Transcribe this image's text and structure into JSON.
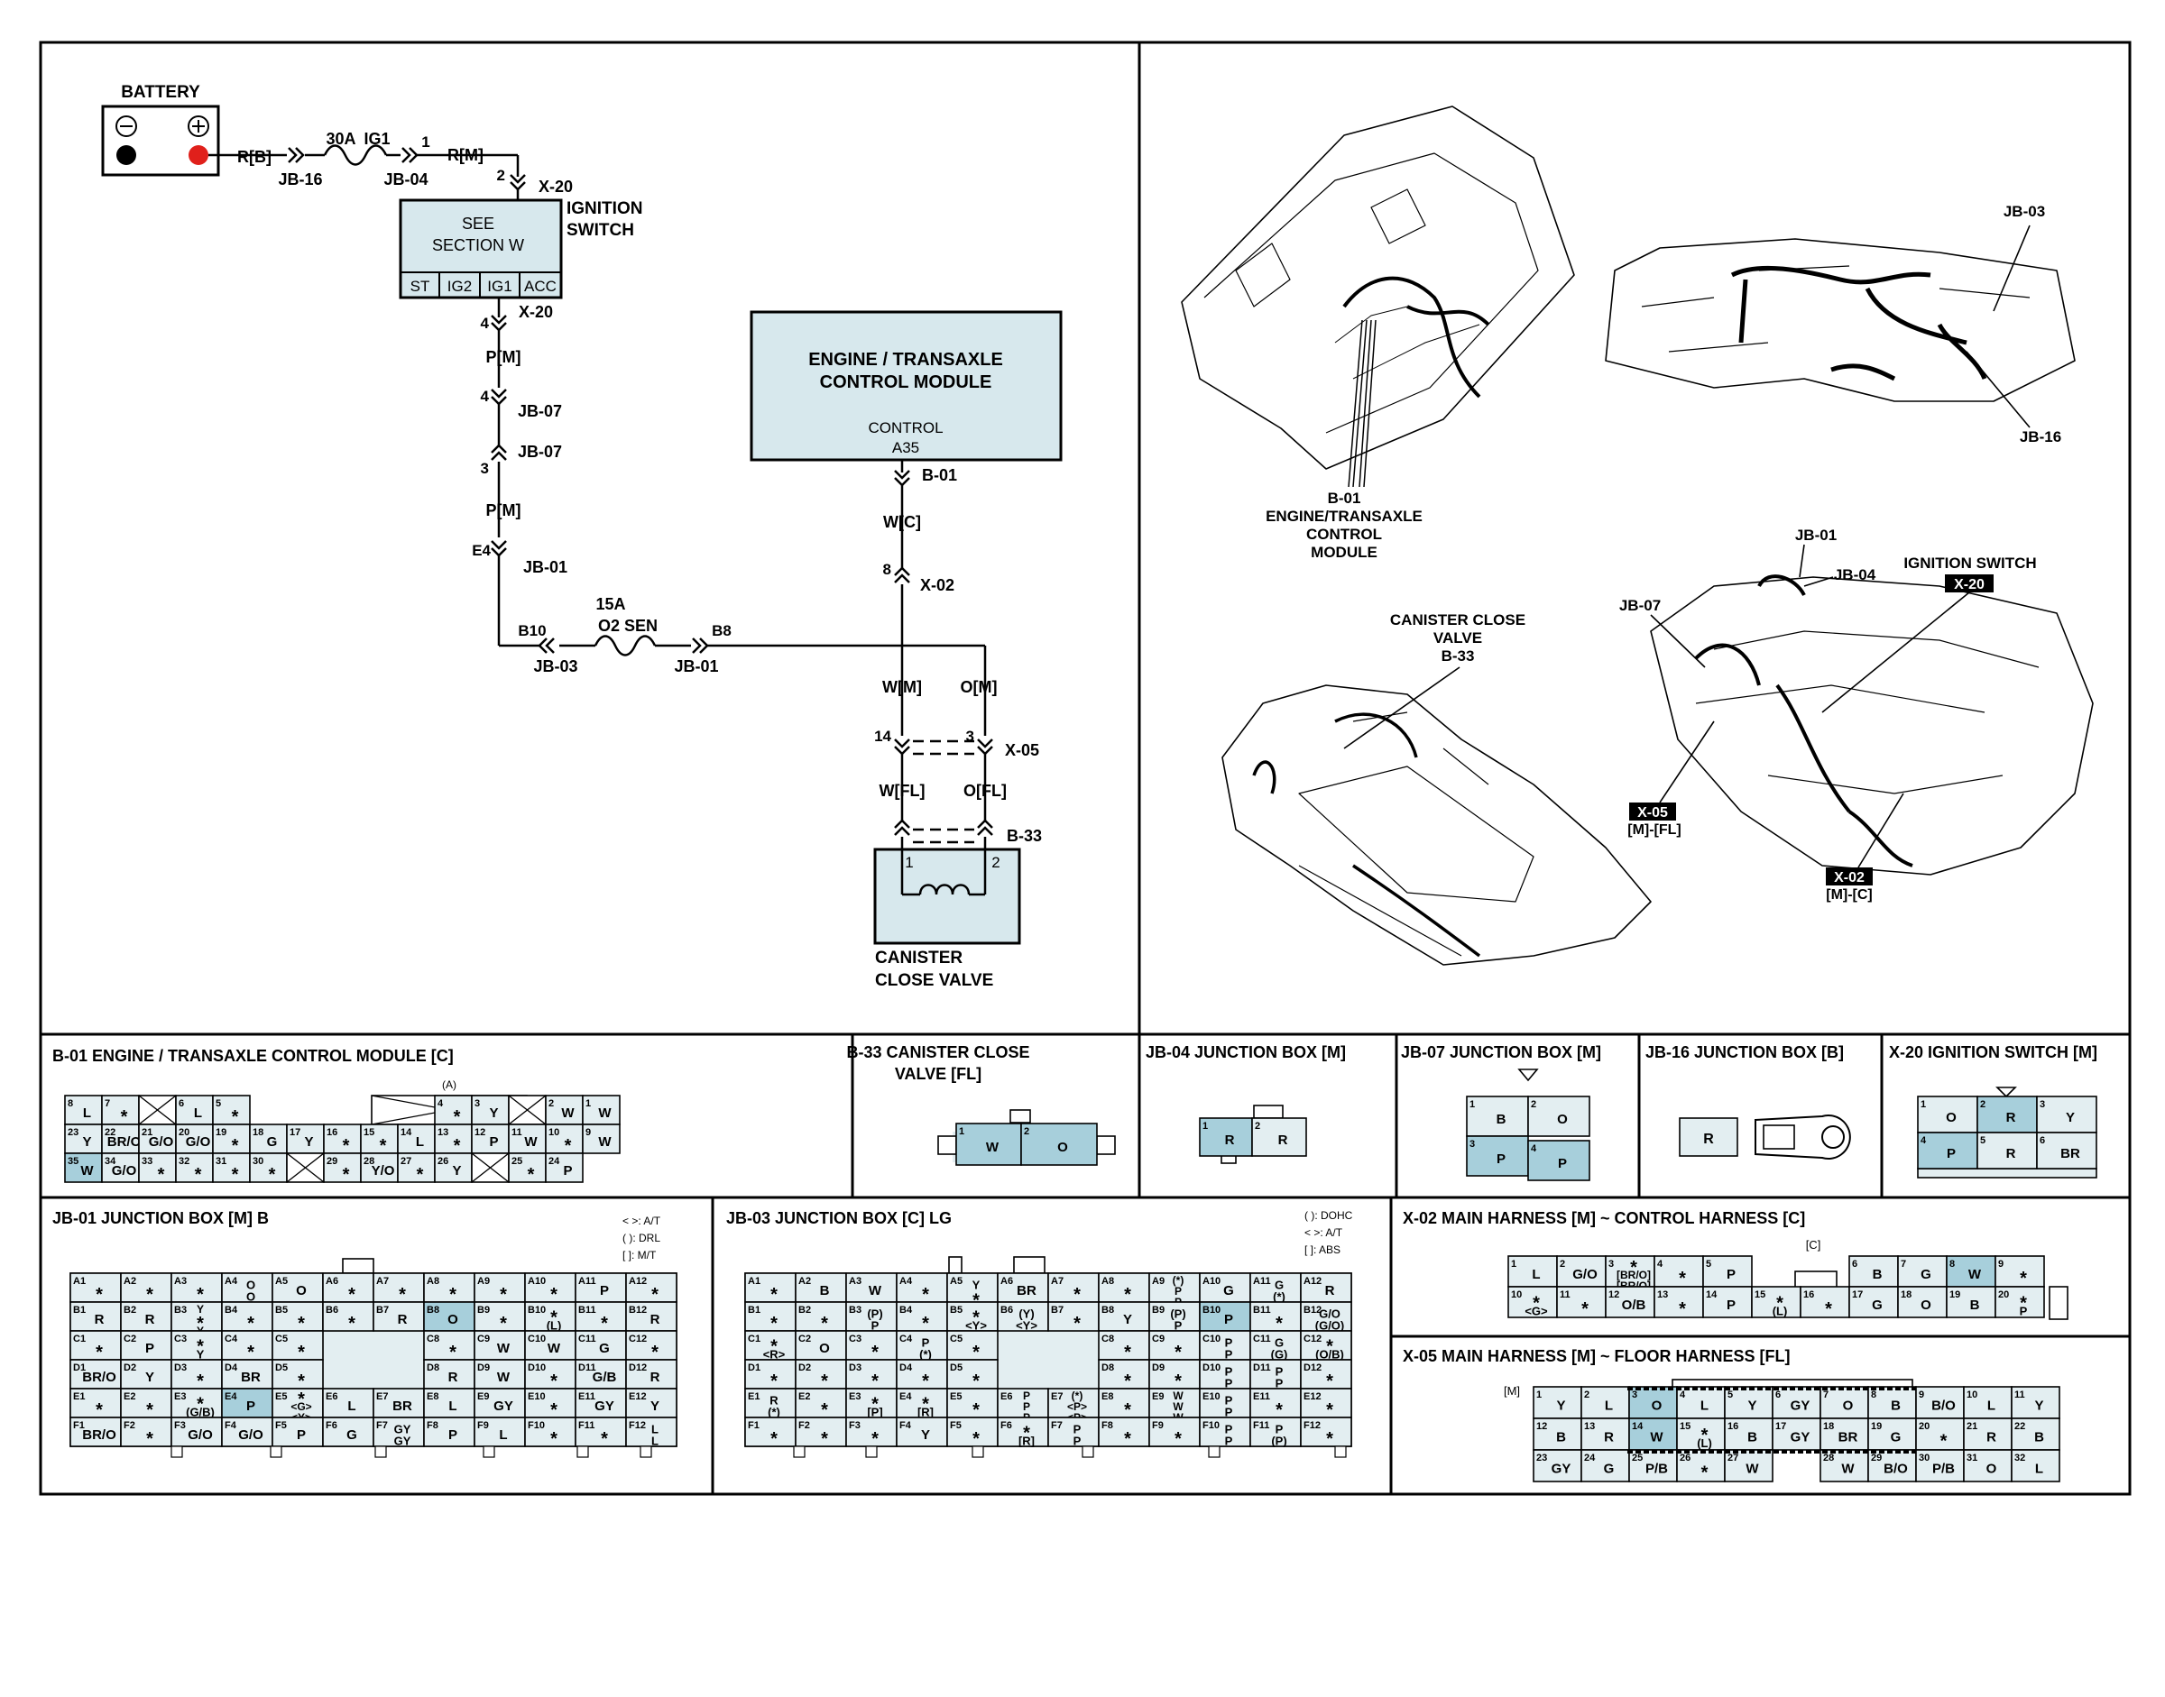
{
  "schematic": {
    "battery_label": "BATTERY",
    "fuse1_amp": "30A",
    "fuse1_name": "IG1",
    "wire_rb": "R[B]",
    "wire_rm": "R[M]",
    "jb16": "JB-16",
    "jb04": "JB-04",
    "pin1": "1",
    "pin2": "2",
    "x20": "X-20",
    "ign_title": "IGNITION",
    "ign_title2": "SWITCH",
    "see1": "SEE",
    "see2": "SECTION W",
    "ign_pins": [
      "ST",
      "IG2",
      "IG1",
      "ACC"
    ],
    "pin4": "4",
    "x20b": "X-20",
    "wire_pm": "P[M]",
    "pin4b": "4",
    "jb07": "JB-07",
    "jb07b": "JB-07",
    "pin3": "3",
    "wire_pm2": "P[M]",
    "e4": "E4",
    "jb01": "JB-01",
    "fuse2_amp": "15A",
    "fuse2_name": "O2 SEN",
    "b10": "B10",
    "b8": "B8",
    "jb03": "JB-03",
    "jb01b": "JB-01",
    "ecm_title1": "ENGINE / TRANSAXLE",
    "ecm_title2": "CONTROL MODULE",
    "ecm_ctrl": "CONTROL",
    "ecm_pin": "A35",
    "b01": "B-01",
    "wire_wc": "W[C]",
    "pin8": "8",
    "x02": "X-02",
    "wire_wm": "W[M]",
    "wire_om": "O[M]",
    "pin14": "14",
    "pin3b": "3",
    "x05": "X-05",
    "wire_wfl": "W[FL]",
    "wire_ofl": "O[FL]",
    "b33": "B-33",
    "cv_pin1": "1",
    "cv_pin2": "2",
    "cv_title1": "CANISTER",
    "cv_title2": "CLOSE VALVE"
  },
  "locator": {
    "b01_1": "B-01",
    "b01_2": "ENGINE/TRANSAXLE",
    "b01_3": "CONTROL",
    "b01_4": "MODULE",
    "jb03": "JB-03",
    "jb16": "JB-16",
    "jb01": "JB-01",
    "jb04": "JB-04",
    "ign": "IGNITION SWITCH",
    "x20": "X-20",
    "jb07": "JB-07",
    "cv1": "CANISTER CLOSE",
    "cv2": "VALVE",
    "cv3": "B-33",
    "x05": "X-05",
    "x05s": "[M]-[FL]",
    "x02": "X-02",
    "x02s": "[M]-[C]"
  },
  "connectors": {
    "b01": {
      "title": "B-01 ENGINE / TRANSAXLE CONTROL MODULE [C]",
      "a_label": "(A)",
      "rows": [
        [
          [
            "8",
            "L"
          ],
          [
            "7",
            "*"
          ],
          [
            "X",
            ""
          ],
          [
            "6",
            "L"
          ],
          [
            "5",
            "*"
          ],
          [
            "GAP",
            ""
          ],
          [
            "GAP",
            ""
          ],
          [
            "GAP",
            ""
          ],
          [
            "GAP",
            ""
          ],
          [
            "GAP",
            ""
          ],
          [
            "4",
            "*"
          ],
          [
            "3",
            "Y"
          ],
          [
            "X",
            ""
          ],
          [
            "2",
            "W"
          ],
          [
            "1",
            "W"
          ]
        ],
        [
          [
            "23",
            "Y"
          ],
          [
            "22",
            "BR/O"
          ],
          [
            "21",
            "G/O"
          ],
          [
            "20",
            "G/O"
          ],
          [
            "19",
            "*"
          ],
          [
            "18",
            "G"
          ],
          [
            "17",
            "Y"
          ],
          [
            "16",
            "*"
          ],
          [
            "15",
            "*"
          ],
          [
            "14",
            "L"
          ],
          [
            "13",
            "*"
          ],
          [
            "12",
            "P"
          ],
          [
            "11",
            "W"
          ],
          [
            "10",
            "*"
          ],
          [
            "9",
            "W"
          ]
        ],
        [
          [
            "35",
            "W",
            "h"
          ],
          [
            "34",
            "G/O"
          ],
          [
            "33",
            "*"
          ],
          [
            "32",
            "*"
          ],
          [
            "31",
            "*"
          ],
          [
            "30",
            "*"
          ],
          [
            "X",
            ""
          ],
          [
            "29",
            "*"
          ],
          [
            "28",
            "Y/O"
          ],
          [
            "27",
            "*"
          ],
          [
            "26",
            "Y"
          ],
          [
            "X",
            ""
          ],
          [
            "25",
            "*"
          ],
          [
            "24",
            "P"
          ]
        ]
      ]
    },
    "b33": {
      "title1": "B-33 CANISTER CLOSE",
      "title2": "VALVE [FL]",
      "p1": "1",
      "v1": "W",
      "p2": "2",
      "v2": "O"
    },
    "jb04": {
      "title": "JB-04 JUNCTION BOX [M]",
      "p1": "1",
      "v1": "R",
      "p2": "2",
      "v2": "R"
    },
    "jb07": {
      "title": "JB-07 JUNCTION BOX [M]",
      "cells": [
        [
          "1",
          "B"
        ],
        [
          "2",
          "O"
        ],
        [
          "3",
          "P"
        ],
        [
          "4",
          "P"
        ]
      ]
    },
    "jb16": {
      "title": "JB-16 JUNCTION BOX [B]",
      "v": "R"
    },
    "x20": {
      "title": "X-20 IGNITION SWITCH [M]",
      "cells": [
        [
          "1",
          "O"
        ],
        [
          "2",
          "R"
        ],
        [
          "3",
          "Y"
        ],
        [
          "4",
          "P"
        ],
        [
          "5",
          "R"
        ],
        [
          "6",
          "BR"
        ]
      ]
    },
    "jb01": {
      "title": "JB-01 JUNCTION BOX [M] B",
      "legend": [
        "< >: A/T",
        "(   ): DRL",
        "[   ]: M/T"
      ],
      "rows": [
        [
          [
            "A1",
            "*"
          ],
          [
            "A2",
            "*"
          ],
          [
            "A3",
            "*"
          ],
          [
            "A4",
            "O\nO"
          ],
          [
            "A5",
            "O"
          ],
          [
            "A6",
            "*"
          ],
          [
            "A7",
            "*"
          ],
          [
            "A8",
            "*"
          ],
          [
            "A9",
            "*"
          ],
          [
            "A10",
            "*"
          ],
          [
            "A11",
            "P"
          ],
          [
            "A12",
            "*"
          ]
        ],
        [
          [
            "B1",
            "R"
          ],
          [
            "B2",
            "R"
          ],
          [
            "B3",
            "Y\n*\nY"
          ],
          [
            "B4",
            "*"
          ],
          [
            "B5",
            "*"
          ],
          [
            "B6",
            "*"
          ],
          [
            "B7",
            "R"
          ],
          [
            "B8",
            "O",
            "h"
          ],
          [
            "B9",
            "*"
          ],
          [
            "B10",
            "*\n(L)"
          ],
          [
            "B11",
            "*"
          ],
          [
            "B12",
            "R"
          ]
        ],
        [
          [
            "C1",
            "*"
          ],
          [
            "C2",
            "P"
          ],
          [
            "C3",
            "*\nY"
          ],
          [
            "C4",
            "*"
          ],
          [
            "C5",
            "*"
          ],
          [
            "",
            ""
          ],
          [
            "",
            ""
          ],
          [
            "C8",
            "*"
          ],
          [
            "C9",
            "W"
          ],
          [
            "C10",
            "W"
          ],
          [
            "C11",
            "G"
          ],
          [
            "C12",
            "*"
          ]
        ],
        [
          [
            "D1",
            "BR/O"
          ],
          [
            "D2",
            "Y"
          ],
          [
            "D3",
            "*"
          ],
          [
            "D4",
            "BR"
          ],
          [
            "D5",
            "*"
          ],
          [
            "",
            ""
          ],
          [
            "",
            ""
          ],
          [
            "D8",
            "R"
          ],
          [
            "D9",
            "W"
          ],
          [
            "D10",
            "*"
          ],
          [
            "D11",
            "G/B"
          ],
          [
            "D12",
            "R"
          ]
        ],
        [
          [
            "E1",
            "*"
          ],
          [
            "E2",
            "*"
          ],
          [
            "E3",
            "*\n(G/B)"
          ],
          [
            "E4",
            "P",
            "h"
          ],
          [
            "E5",
            "*\n<G>\n<Y>"
          ],
          [
            "E6",
            "L"
          ],
          [
            "E7",
            "BR"
          ],
          [
            "E8",
            "L"
          ],
          [
            "E9",
            "GY"
          ],
          [
            "E10",
            "*"
          ],
          [
            "E11",
            "GY"
          ],
          [
            "E12",
            "Y"
          ]
        ],
        [
          [
            "F1",
            "BR/O"
          ],
          [
            "F2",
            "*"
          ],
          [
            "F3",
            "G/O"
          ],
          [
            "F4",
            "G/O"
          ],
          [
            "F5",
            "P"
          ],
          [
            "F6",
            "G"
          ],
          [
            "F7",
            "GY\nGY"
          ],
          [
            "F8",
            "P"
          ],
          [
            "F9",
            "L"
          ],
          [
            "F10",
            "*"
          ],
          [
            "F11",
            "*"
          ],
          [
            "F12",
            "L\nL"
          ]
        ]
      ]
    },
    "jb03": {
      "title": "JB-03 JUNCTION BOX [C] LG",
      "legend": [
        "(   ): DOHC",
        "< >: A/T",
        "[   ]: ABS"
      ],
      "rows": [
        [
          [
            "A1",
            "*"
          ],
          [
            "A2",
            "B"
          ],
          [
            "A3",
            "W"
          ],
          [
            "A4",
            "*"
          ],
          [
            "A5",
            "Y\n*"
          ],
          [
            "A6",
            "BR"
          ],
          [
            "A7",
            "*"
          ],
          [
            "A8",
            "*"
          ],
          [
            "A9",
            "(*)\nP\nP"
          ],
          [
            "A10",
            "G"
          ],
          [
            "A11",
            "G\n(*)"
          ],
          [
            "A12",
            "R"
          ]
        ],
        [
          [
            "B1",
            "*"
          ],
          [
            "B2",
            "*"
          ],
          [
            "B3",
            "(P)\nP"
          ],
          [
            "B4",
            "*"
          ],
          [
            "B5",
            "*\n<Y>"
          ],
          [
            "B6",
            "(Y)\n<Y>"
          ],
          [
            "B7",
            "*"
          ],
          [
            "B8",
            "Y"
          ],
          [
            "B9",
            "(P)\nP"
          ],
          [
            "B10",
            "P",
            "h"
          ],
          [
            "B11",
            "*"
          ],
          [
            "B12",
            "G/O\n(G/O)"
          ]
        ],
        [
          [
            "C1",
            "*\n<R>"
          ],
          [
            "C2",
            "O"
          ],
          [
            "C3",
            "*"
          ],
          [
            "C4",
            "P\n(*)"
          ],
          [
            "C5",
            "*"
          ],
          [
            "",
            ""
          ],
          [
            "",
            ""
          ],
          [
            "C8",
            "*"
          ],
          [
            "C9",
            "*"
          ],
          [
            "C10",
            "P\nP"
          ],
          [
            "C11",
            "G\n(G)"
          ],
          [
            "C12",
            "*\n(O/B)"
          ]
        ],
        [
          [
            "D1",
            "*"
          ],
          [
            "D2",
            "*"
          ],
          [
            "D3",
            "*"
          ],
          [
            "D4",
            "*"
          ],
          [
            "D5",
            "*"
          ],
          [
            "",
            ""
          ],
          [
            "",
            ""
          ],
          [
            "D8",
            "*"
          ],
          [
            "D9",
            "*"
          ],
          [
            "D10",
            "P\nP"
          ],
          [
            "D11",
            "P\nP"
          ],
          [
            "D12",
            "*"
          ]
        ],
        [
          [
            "E1",
            "R\n(*)"
          ],
          [
            "E2",
            "*"
          ],
          [
            "E3",
            "*\n[P]"
          ],
          [
            "E4",
            "*\n[R]"
          ],
          [
            "E5",
            "*"
          ],
          [
            "E6",
            "P\nP\nP"
          ],
          [
            "E7",
            "(*)\n<P>\n<P>"
          ],
          [
            "E8",
            "*"
          ],
          [
            "E9",
            "W\nW\nW"
          ],
          [
            "E10",
            "P\nP"
          ],
          [
            "E11",
            "*"
          ],
          [
            "E12",
            "*"
          ]
        ],
        [
          [
            "F1",
            "*"
          ],
          [
            "F2",
            "*"
          ],
          [
            "F3",
            "*"
          ],
          [
            "F4",
            "Y"
          ],
          [
            "F5",
            "*"
          ],
          [
            "F6",
            "*\n[R]"
          ],
          [
            "F7",
            "P\nP"
          ],
          [
            "F8",
            "*"
          ],
          [
            "F9",
            "*"
          ],
          [
            "F10",
            "P\nP"
          ],
          [
            "F11",
            "P\n(P)"
          ],
          [
            "F12",
            "*"
          ]
        ]
      ]
    },
    "x02": {
      "title": "X-02 MAIN HARNESS [M] ~ CONTROL HARNESS [C]",
      "tag": "[C]",
      "rows": [
        [
          [
            "1",
            "L"
          ],
          [
            "2",
            "G/O"
          ],
          [
            "3",
            "*\n[BR/O]\n[BR/O]"
          ],
          [
            "4",
            "*"
          ],
          [
            "5",
            "P"
          ],
          [
            "GAP",
            ""
          ],
          [
            "GAP",
            ""
          ],
          [
            "6",
            "B"
          ],
          [
            "7",
            "G"
          ],
          [
            "8",
            "W",
            "h"
          ],
          [
            "9",
            "*"
          ]
        ],
        [
          [
            "10",
            "*\n<G>"
          ],
          [
            "11",
            "*"
          ],
          [
            "12",
            "O/B"
          ],
          [
            "13",
            "*"
          ],
          [
            "14",
            "P"
          ],
          [
            "15",
            "*\n(L)"
          ],
          [
            "16",
            "*"
          ],
          [
            "17",
            "G"
          ],
          [
            "18",
            "O"
          ],
          [
            "19",
            "B"
          ],
          [
            "20",
            "*\nP"
          ]
        ]
      ]
    },
    "x05": {
      "title": "X-05 MAIN HARNESS [M] ~ FLOOR HARNESS [FL]",
      "tag": "[M]",
      "rows": [
        [
          [
            "1",
            "Y"
          ],
          [
            "2",
            "L"
          ],
          [
            "3",
            "O",
            "h"
          ],
          [
            "4",
            "L"
          ],
          [
            "5",
            "Y"
          ],
          [
            "6",
            "GY"
          ],
          [
            "7",
            "O"
          ],
          [
            "8",
            "B"
          ],
          [
            "9",
            "B/O"
          ],
          [
            "10",
            "L"
          ],
          [
            "11",
            "Y"
          ]
        ],
        [
          [
            "12",
            "B"
          ],
          [
            "13",
            "R"
          ],
          [
            "14",
            "W",
            "h"
          ],
          [
            "15",
            "*\n(L)"
          ],
          [
            "16",
            "B"
          ],
          [
            "17",
            "GY"
          ],
          [
            "18",
            "BR"
          ],
          [
            "19",
            "G"
          ],
          [
            "20",
            "*"
          ],
          [
            "21",
            "R"
          ],
          [
            "22",
            "B"
          ]
        ],
        [
          [
            "23",
            "GY"
          ],
          [
            "24",
            "G"
          ],
          [
            "25",
            "P/B"
          ],
          [
            "26",
            "*"
          ],
          [
            "27",
            "W"
          ],
          [
            "GAP",
            ""
          ],
          [
            "28",
            "W"
          ],
          [
            "29",
            "B/O"
          ],
          [
            "30",
            "P/B"
          ],
          [
            "31",
            "O"
          ],
          [
            "32",
            "L"
          ]
        ]
      ]
    }
  }
}
